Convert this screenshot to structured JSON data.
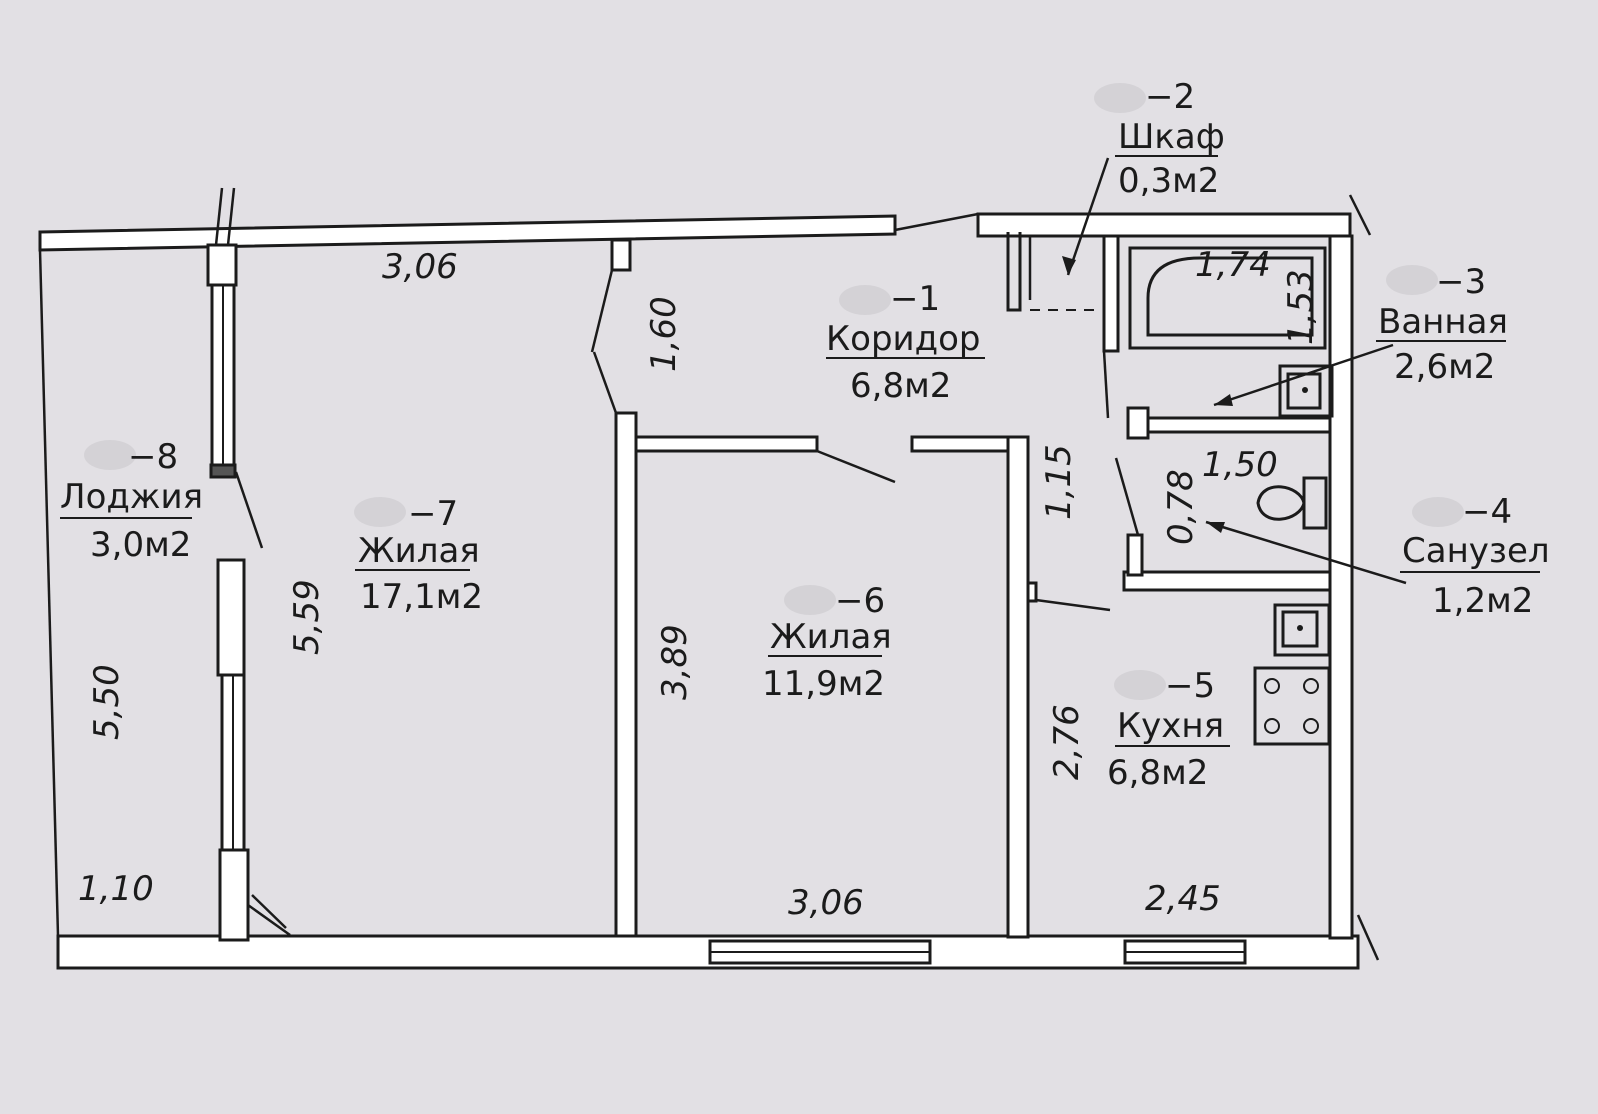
{
  "rooms": [
    {
      "num": "−1",
      "name": "Коридор",
      "area": "6,8м2"
    },
    {
      "num": "−2",
      "name": "Шкаф",
      "area": "0,3м2"
    },
    {
      "num": "−3",
      "name": "Ванная",
      "area": "2,6м2"
    },
    {
      "num": "−4",
      "name": "Санузел",
      "area": "1,2м2"
    },
    {
      "num": "−5",
      "name": "Кухня",
      "area": "6,8м2"
    },
    {
      "num": "−6",
      "name": "Жилая",
      "area": "11,9м2"
    },
    {
      "num": "−7",
      "name": "Жилая",
      "area": "17,1м2"
    },
    {
      "num": "−8",
      "name": "Лоджия",
      "area": "3,0м2"
    }
  ],
  "dimensions": {
    "top_left": "3,06",
    "corridor_niche": "1,60",
    "corridor_right": "1,15",
    "bath_length": "1,74",
    "bath_width": "1,53",
    "wc_length": "1,50",
    "wc_width": "0,78",
    "room7_depth": "5,59",
    "loggia_length": "5,50",
    "loggia_width": "1,10",
    "room6_depth": "3,89",
    "room6_width": "3,06",
    "kitchen_depth": "2,76",
    "kitchen_width": "2,45"
  }
}
